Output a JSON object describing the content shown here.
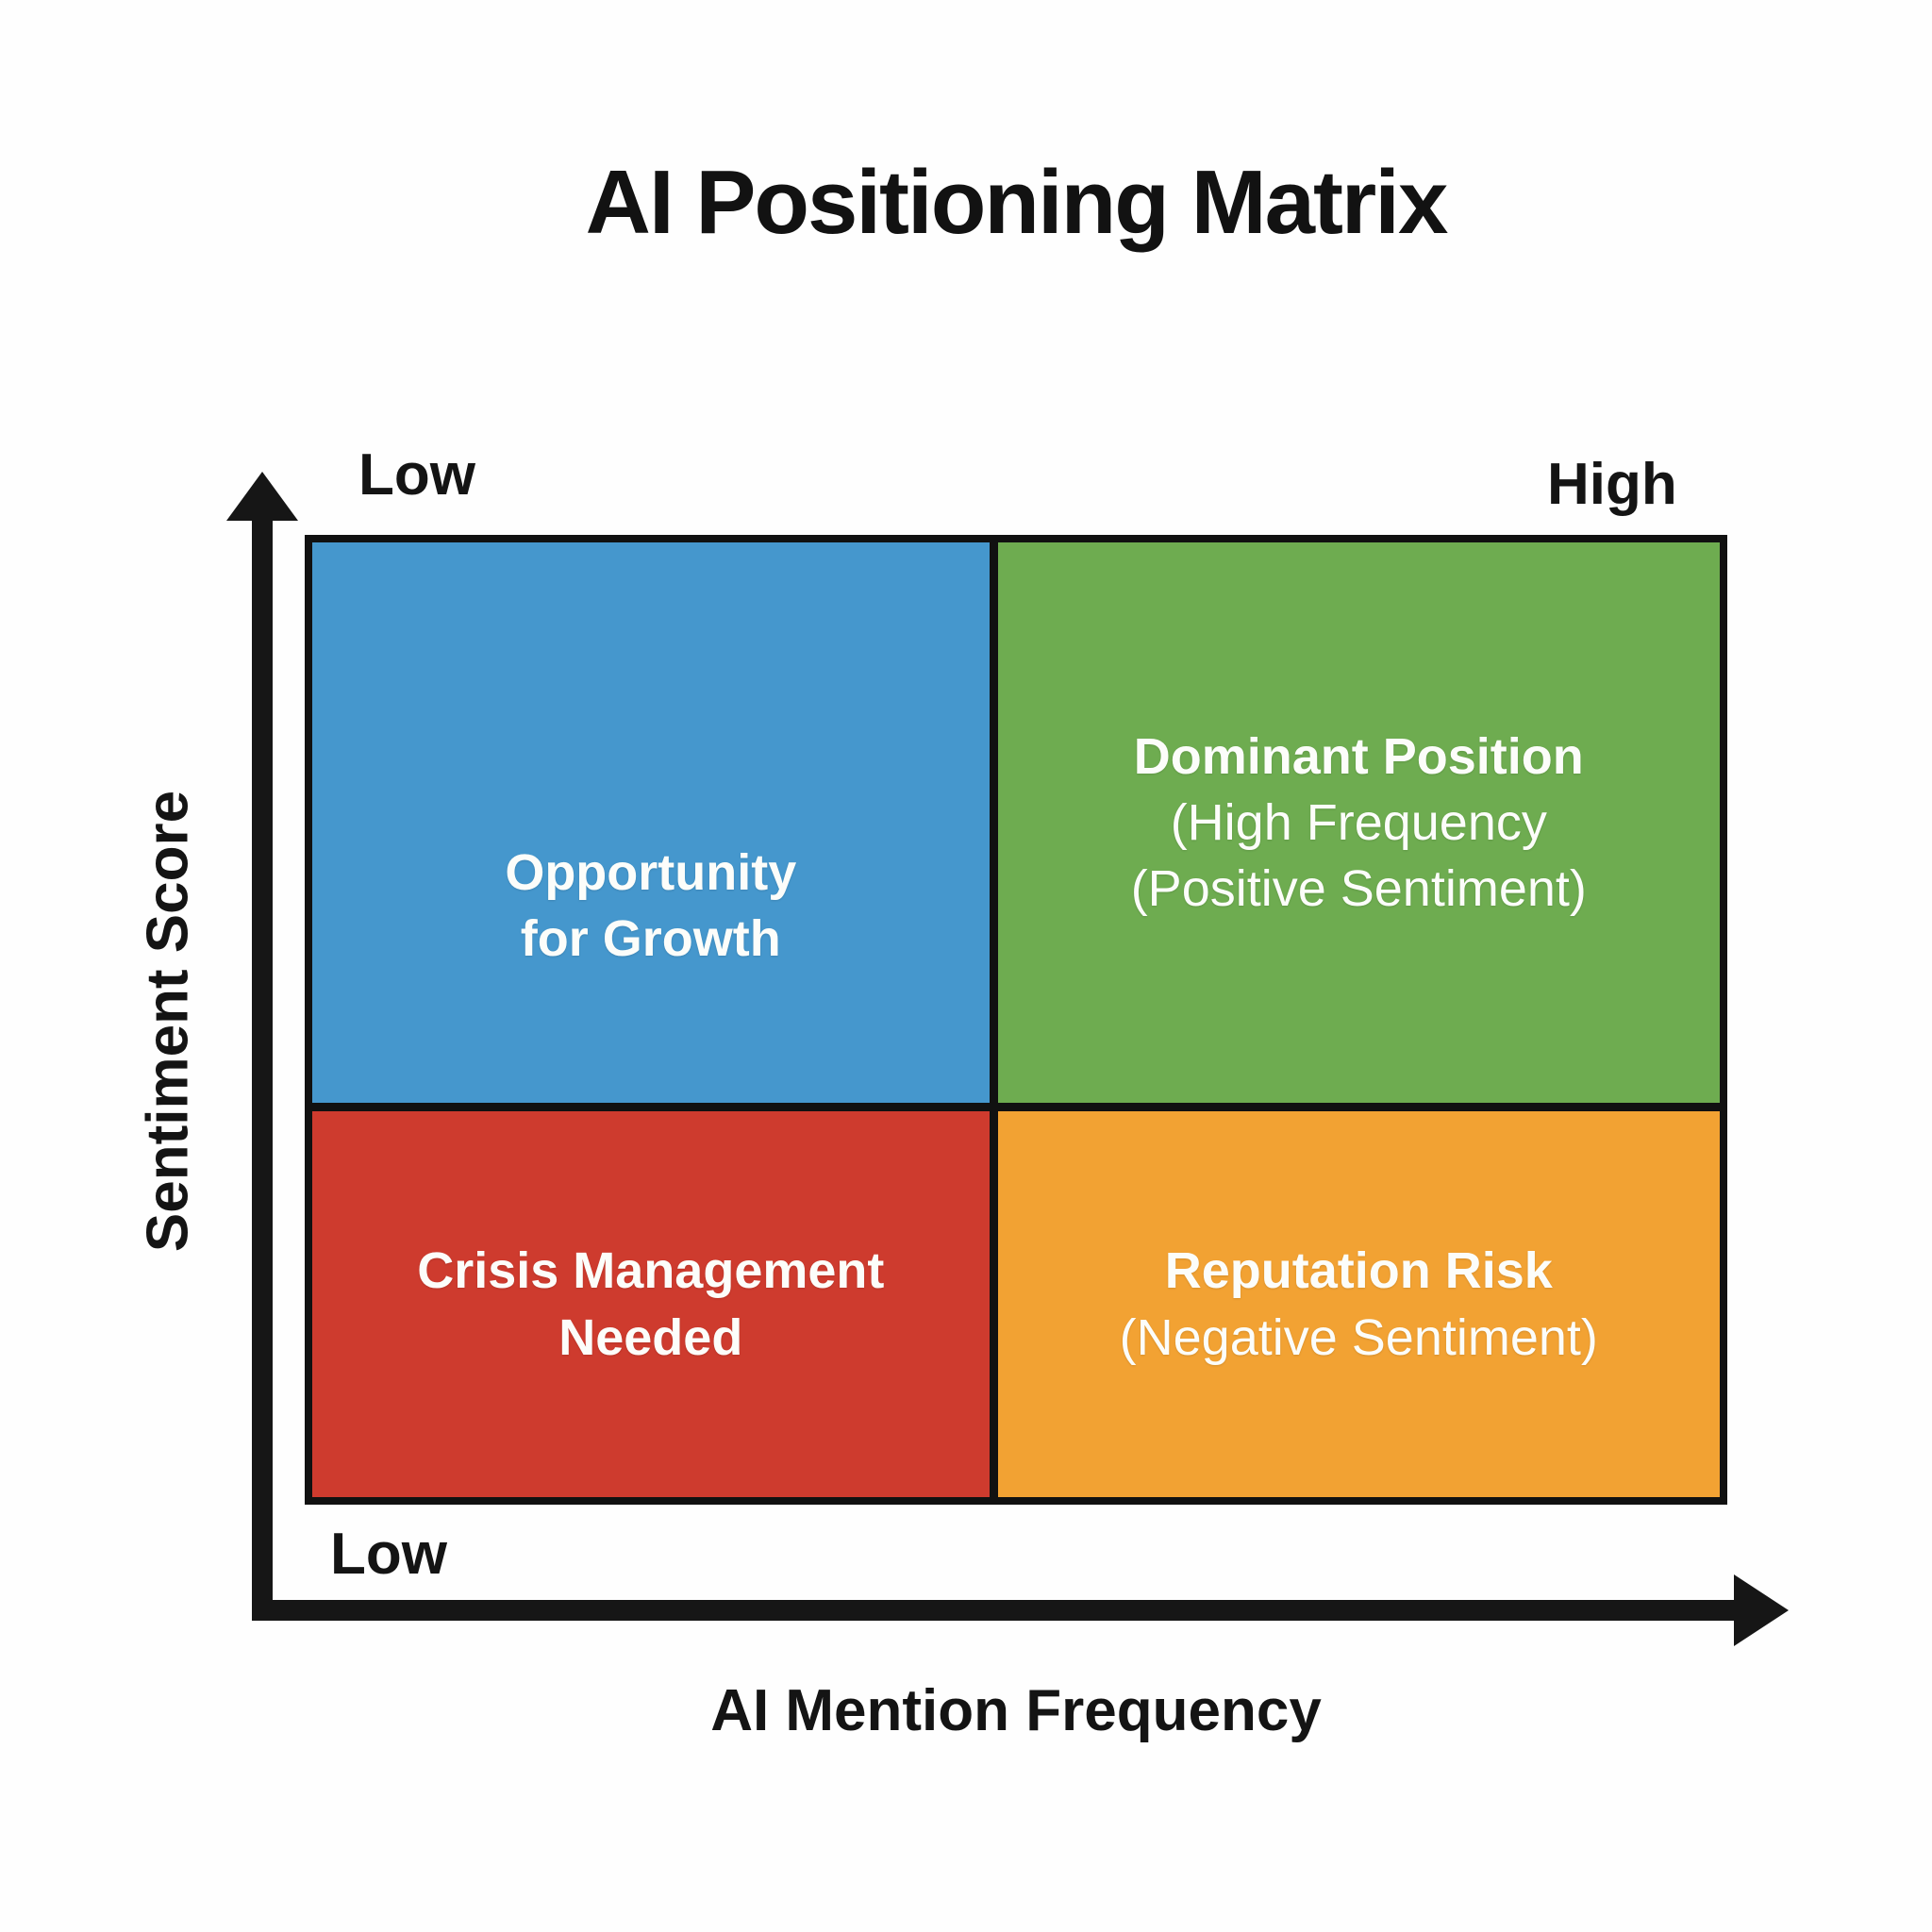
{
  "title": "AI Positioning Matrix",
  "colors": {
    "background": "#fefefe",
    "axis": "#161616",
    "border": "#111111",
    "quadrant_text": "#fcfdfa",
    "blue": "#4597CD",
    "green": "#6EAC50",
    "red": "#CE3B2E",
    "orange": "#F2A233"
  },
  "y_axis": {
    "label": "Sentiment Score",
    "top_tick": "Low",
    "bottom_tick": "Low"
  },
  "x_axis": {
    "label": "AI Mention Frequency",
    "right_tick": "High"
  },
  "quadrants": {
    "top_left": {
      "name": "Opportunity for Growth",
      "color": "#4597CD",
      "line1": "Opportunity",
      "line2": "for Growth",
      "line3": ""
    },
    "top_right": {
      "name": "Dominant Position",
      "color": "#6EAC50",
      "line1": "Dominant Position",
      "line2": "(High Frequency",
      "line3": "(Positive Sentiment)"
    },
    "bottom_left": {
      "name": "Crisis Management Needed",
      "color": "#CE3B2E",
      "line1": "Crisis Management",
      "line2": "Needed",
      "line3": ""
    },
    "bottom_right": {
      "name": "Reputation Risk",
      "color": "#F2A233",
      "line1": "Reputation Risk",
      "line2": "(Negative Sentiment)",
      "line3": ""
    }
  }
}
